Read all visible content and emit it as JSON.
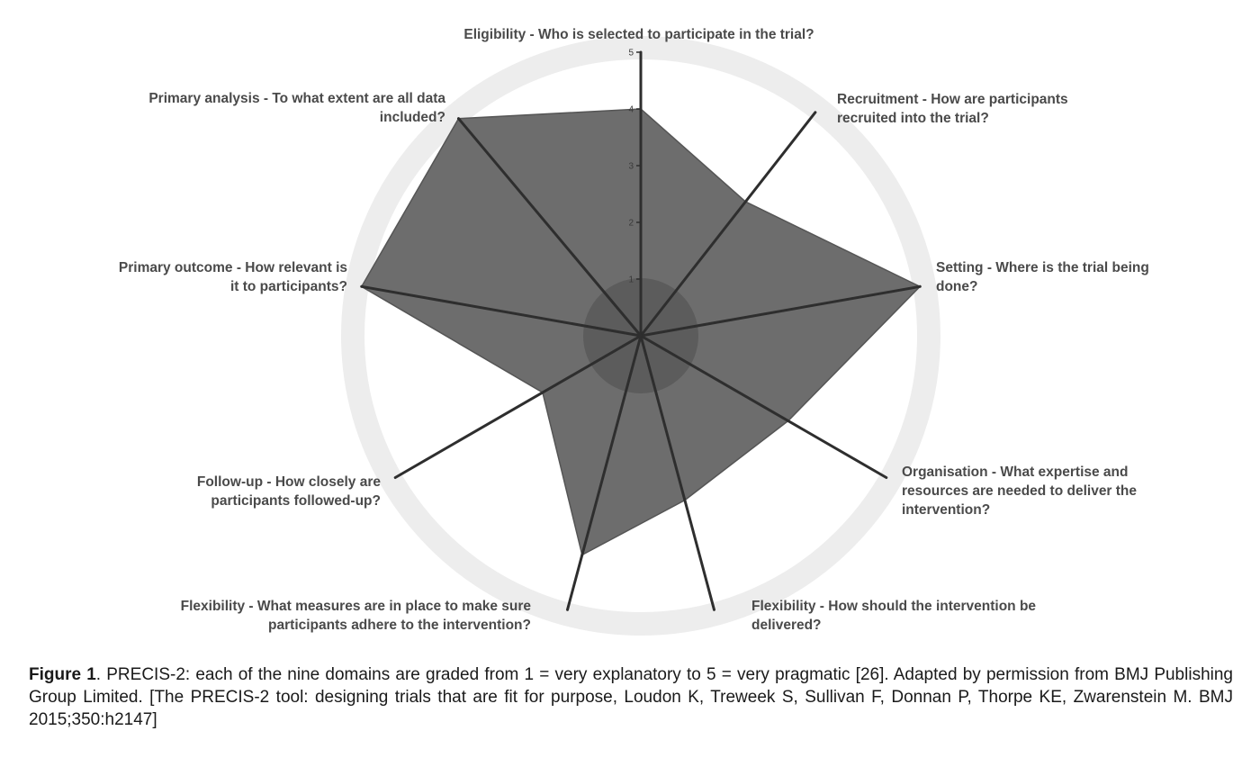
{
  "chart_data": {
    "type": "radar",
    "scale": {
      "min": 0,
      "max": 5,
      "ticks": [
        "1",
        "2",
        "3",
        "4",
        "5"
      ]
    },
    "axes": [
      {
        "label": "Eligibility - Who is selected to participate in the trial?",
        "value": 4
      },
      {
        "label": "Recruitment - How are participants recruited into the trial?",
        "value": 3
      },
      {
        "label": "Setting - Where is the trial being done?",
        "value": 5
      },
      {
        "label": "Organisation - What expertise and resources are needed to deliver the intervention?",
        "value": 3
      },
      {
        "label": "Flexibility - How should the intervention be delivered?",
        "value": 3
      },
      {
        "label": "Flexibility - What measures are in place to make sure participants adhere to the intervention?",
        "value": 4
      },
      {
        "label": "Follow-up - How closely are participants followed-up?",
        "value": 2
      },
      {
        "label": "Primary outcome - How relevant is it to participants?",
        "value": 5
      },
      {
        "label": "Primary analysis - To what extent are all data included?",
        "value": 5
      }
    ],
    "colors": {
      "fill": "#6d6d6d",
      "stroke": "#555555",
      "spoke": "#2e2e2e",
      "center_disc": "#4f4f4f",
      "ring": "#ededed"
    }
  },
  "caption": {
    "label": "Figure 1",
    "text": ". PRECIS-2: each of the nine domains are graded from 1 = very explanatory to 5 = very pragmatic [26]. Adapted by permission from BMJ Publishing Group Limited. [The PRECIS-2 tool: designing trials that are fit for purpose, Loudon K, Treweek S, Sullivan F, Donnan P, Thorpe KE, Zwarenstein M. BMJ 2015;350:h2147]"
  }
}
